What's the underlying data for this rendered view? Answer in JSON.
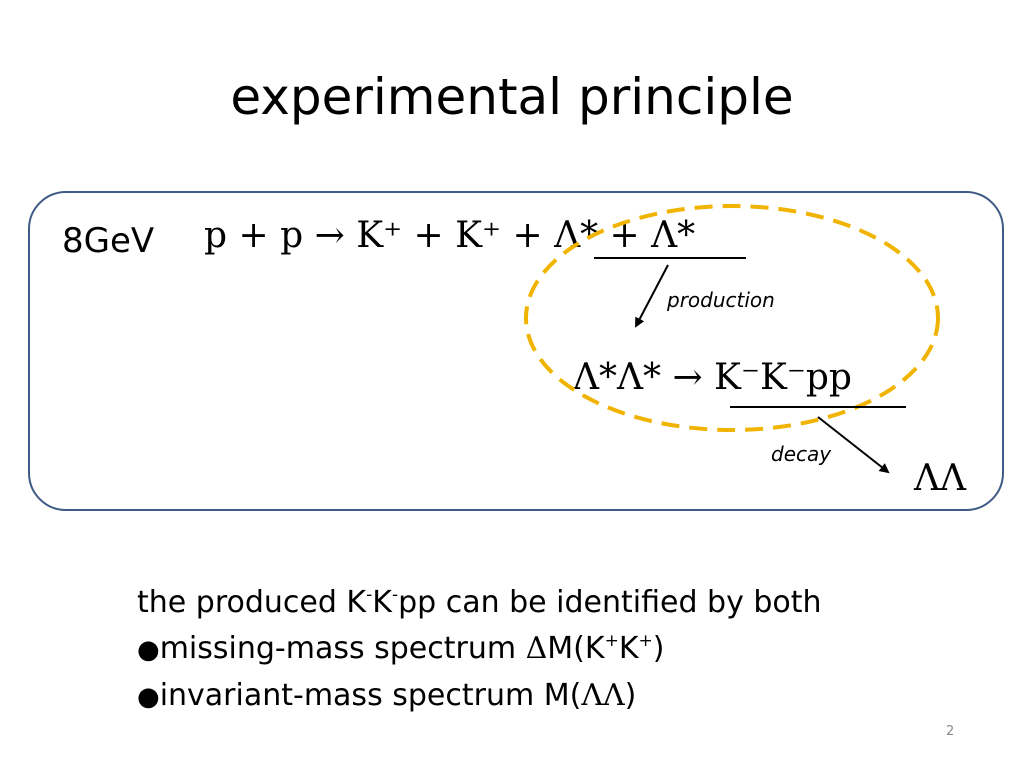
{
  "slide": {
    "title": "experimental principle",
    "energy": "8GeV",
    "equation_production": "p + p → K⁺ + K⁺ + Λ* + Λ*",
    "label_production": "production",
    "equation_state": "Λ*Λ* → K⁻K⁻pp",
    "label_decay": "decay",
    "final_state": "ΛΛ",
    "line1": {
      "pre": "the produced K",
      "sup1": "-",
      "mid": "K",
      "sup2": "-",
      "post": "pp can be identified by both"
    },
    "line2": {
      "bullet": "●",
      "pre": "missing-mass spectrum ",
      "greek": "Δ",
      "mid": "M(K",
      "sup1": "+",
      "mid2": "K",
      "sup2": "+",
      "post": ")"
    },
    "line3": {
      "bullet": "●",
      "pre": "invariant-mass spectrum M(",
      "greek": "ΛΛ",
      "post": ")"
    },
    "page_number": "2"
  },
  "colors": {
    "box_border": "#3f5b85",
    "dashed_ellipse": "#f0b400",
    "arrow": "#000000"
  }
}
